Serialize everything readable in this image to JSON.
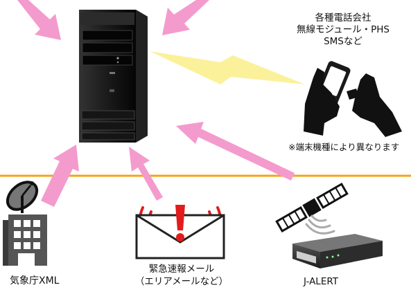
{
  "carrier": {
    "line1": "各種電話会社",
    "line2": "無線モジュール・PHS",
    "line3": "SMSなど"
  },
  "device_note": "※端末機種により異なります",
  "sources": {
    "jma": "気象庁XML",
    "emergency_line1": "緊急速報メール",
    "emergency_line2": "（エリアメールなど）",
    "jalert": "J-ALERT"
  },
  "colors": {
    "arrow": "#f49bcd",
    "divider": "#f2a516",
    "lightning": "#fbf19a",
    "server": "#141414"
  },
  "icons": [
    "server-tower-icon",
    "smartphone-hands-icon",
    "office-building-icon",
    "satellite-dish-icon",
    "alert-envelope-icon",
    "satellite-icon",
    "receiver-box-icon",
    "lightning-icon"
  ]
}
